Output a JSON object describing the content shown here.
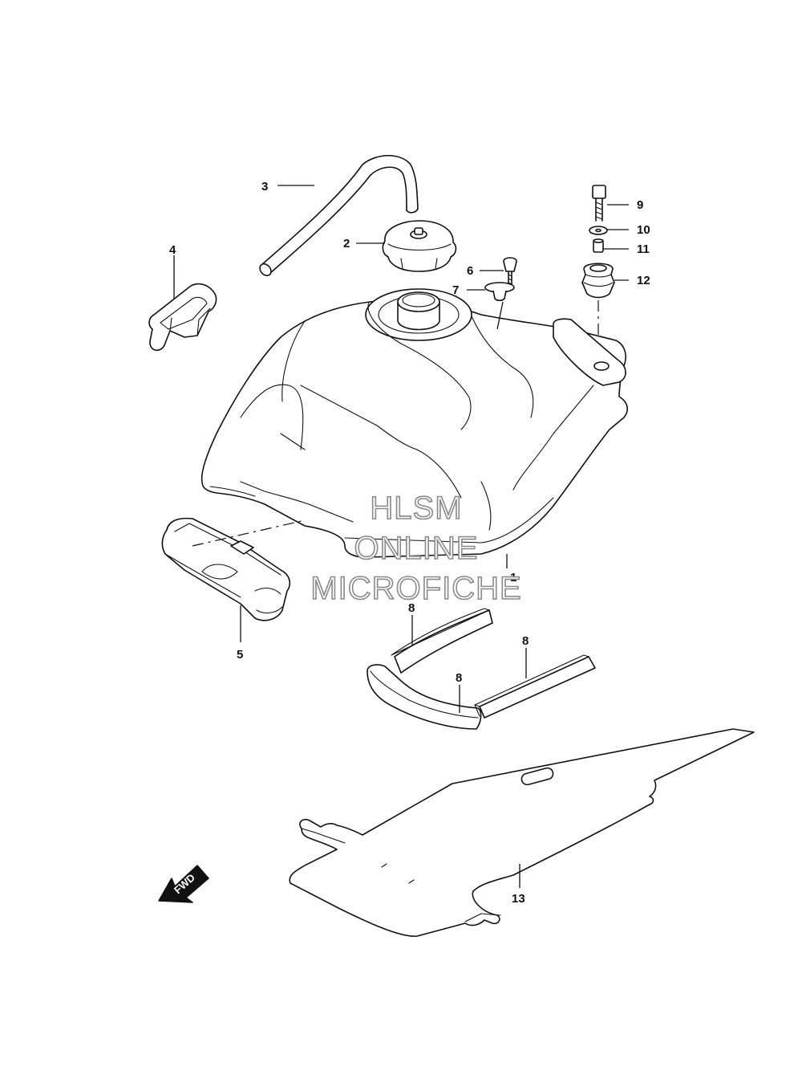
{
  "callouts": {
    "c1": "1",
    "c2": "2",
    "c3": "3",
    "c4": "4",
    "c5": "5",
    "c6": "6",
    "c7": "7",
    "c8a": "8",
    "c8b": "8",
    "c8c": "8",
    "c9": "9",
    "c10": "10",
    "c11": "11",
    "c12": "12",
    "c13": "13"
  },
  "direction_marker": {
    "label": "FWD",
    "icon": "arrow-down-left"
  },
  "watermark": {
    "line1": "HLSM",
    "line2": "ONLINE",
    "line3": "MICROFICHE"
  },
  "colors": {
    "ink": "#111111",
    "paper": "#ffffff",
    "watermark": "#8a8a8a"
  }
}
